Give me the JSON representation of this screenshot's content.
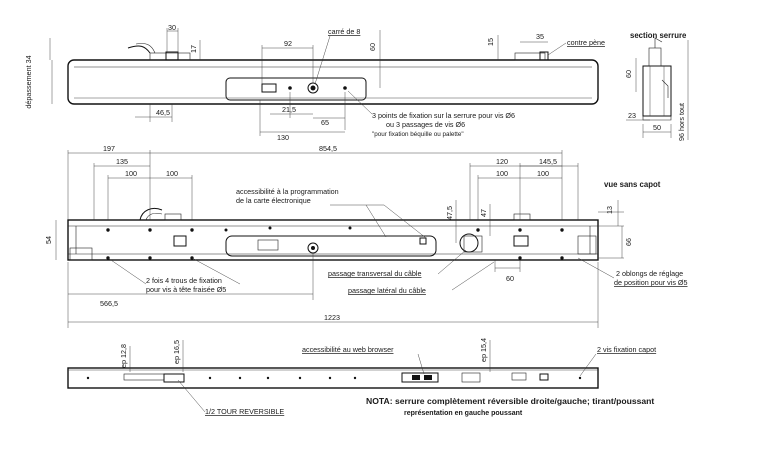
{
  "top_view": {
    "dims": {
      "d30": "30",
      "d17": "17",
      "d92": "92",
      "d60a": "60",
      "d15": "15",
      "d35": "35",
      "d46_5": "46,5",
      "d21_5": "21,5",
      "d65": "65",
      "d130": "130",
      "depassement": "dépassement 34"
    },
    "labels": {
      "carre": "carré de 8",
      "contre_pene": "contre pène",
      "fix_line1": "3 points de fixation sur la serrure pour vis Ø6",
      "fix_line2": "ou 3 passages de vis Ø6",
      "fix_line3": "\"pour fixation béquille ou palette\""
    }
  },
  "section": {
    "title": "section serrure",
    "d60": "60",
    "d23": "23",
    "d50": "50",
    "d96": "96 hors tout"
  },
  "middle_view": {
    "title": "vue sans capot",
    "dims": {
      "d197": "197",
      "d854_5": "854,5",
      "d135": "135",
      "d100a": "100",
      "d100b": "100",
      "d120": "120",
      "d145_5": "145,5",
      "d100c": "100",
      "d100d": "100",
      "d54": "54",
      "d47_5": "47,5",
      "d47": "47",
      "d13": "13",
      "d66": "66",
      "d60": "60",
      "d566_5": "566,5",
      "d1223": "1223"
    },
    "labels": {
      "access1": "accessibilité à la programmation",
      "access2": "de la carte électronique",
      "trous1": "2 fois 4 trous de fixation",
      "trous2": "pour vis à tête fraisée Ø5",
      "passage_trans": "passage transversal du câble",
      "passage_lat": "passage latéral du câble",
      "oblongs1": "2 oblongs de réglage",
      "oblongs2": "de position pour vis Ø5"
    }
  },
  "bottom_view": {
    "dims": {
      "ep12_8": "ep 12,8",
      "ep16_5": "ep 16,5",
      "ep15_4": "ep 15,4"
    },
    "labels": {
      "web": "accessibilité au web browser",
      "vis_capot": "2 vis fixation capot",
      "demi_tour": "1/2 TOUR REVERSIBLE"
    }
  },
  "nota": {
    "line1": "NOTA: serrure complètement réversible droite/gauche; tirant/poussant",
    "line2": "représentation en gauche poussant"
  }
}
